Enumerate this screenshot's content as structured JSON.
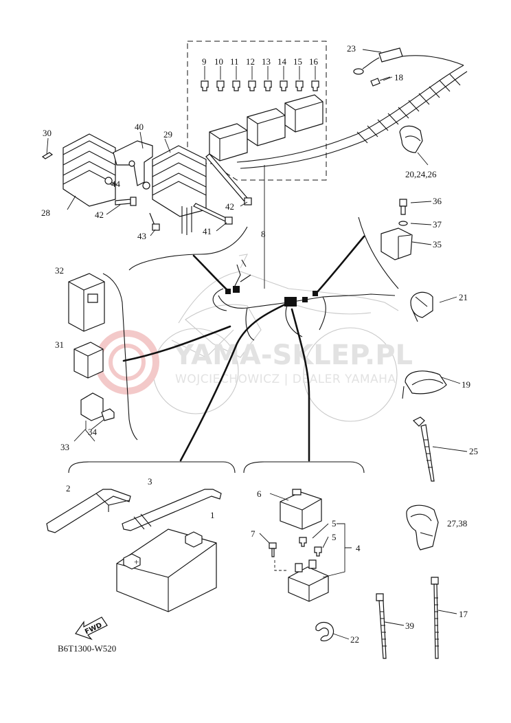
{
  "diagram_code": "B6T1300-W520",
  "watermark": {
    "brand": "YAMA-SKLEP.PL",
    "dealer": "WOJCIECHOWICZ | DEALER YAMAHA"
  },
  "arrow_label": "FWD",
  "callouts": [
    "1",
    "2",
    "3",
    "4",
    "5",
    "5",
    "6",
    "7",
    "8",
    "9",
    "10",
    "11",
    "12",
    "13",
    "14",
    "15",
    "16",
    "17",
    "18",
    "19",
    "20,24,26",
    "21",
    "22",
    "23",
    "25",
    "27,38",
    "28",
    "29",
    "30",
    "31",
    "32",
    "33",
    "34",
    "35",
    "36",
    "37",
    "39",
    "40",
    "41",
    "42",
    "42",
    "43",
    "44"
  ],
  "colors": {
    "line": "#111111",
    "watermark_text": "#e2e2e2",
    "watermark_logo": "#f3c9c9"
  }
}
